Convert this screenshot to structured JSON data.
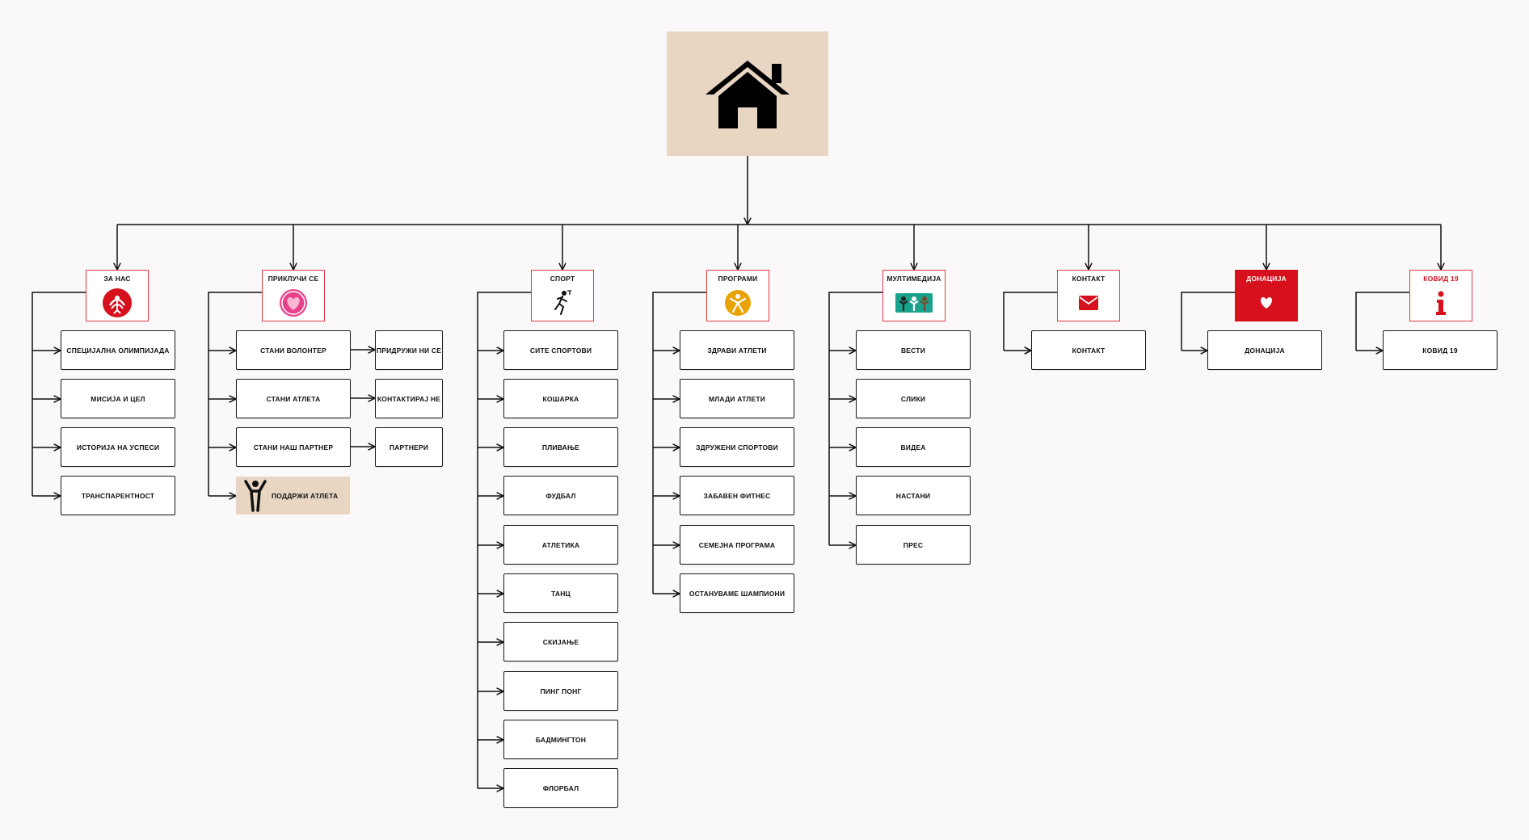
{
  "colors": {
    "accent_red": "#d7101d",
    "beige": "#e8d6c3",
    "line": "#111111",
    "teal": "#1aa38c",
    "gold": "#e8a300",
    "pink": "#e8418b"
  },
  "root": {
    "icon": "home-icon"
  },
  "categories": [
    {
      "label": "ЗА НАС",
      "icon": "special-olympics-logo-icon",
      "children": [
        "СПЕЦИЈАЛНА ОЛИМПИЈАДА",
        "МИСИЈА И ЦЕЛ",
        "ИСТОРИЈА НА УСПЕСИ",
        "ТРАНСПАРЕНТНОСТ"
      ]
    },
    {
      "label": "ПРИКЛУЧИ СЕ",
      "icon": "heart-badge-icon",
      "children": [
        "СТАНИ ВОЛОНТЕР",
        "СТАНИ АТЛЕТА",
        "СТАНИ НАШ ПАРТНЕР"
      ],
      "side_children": [
        "ПРИДРУЖИ НИ СЕ",
        "КОНТАКТИРАЈ НЕ",
        "ПАРТНЕРИ"
      ],
      "highlight": {
        "label": "ПОДДРЖИ АТЛЕТА",
        "icon": "athlete-arms-up-icon"
      }
    },
    {
      "label": "СПОРТ",
      "icon": "runner-icon",
      "children": [
        "СИТЕ СПОРТОВИ",
        "КОШАРКА",
        "ПЛИВАЊЕ",
        "ФУДБАЛ",
        "АТЛЕТИКА",
        "ТАНЦ",
        "СКИЈАЊЕ",
        "ПИНГ ПОНГ",
        "БАДМИНГТОН",
        "ФЛОРБАЛ"
      ]
    },
    {
      "label": "ПРОГРАМИ",
      "icon": "programs-figure-icon",
      "children": [
        "ЗДРАВИ АТЛЕТИ",
        "МЛАДИ АТЛЕТИ",
        "ЗДРУЖЕНИ СПОРТОВИ",
        "ЗАБАВЕН ФИТНЕС",
        "СЕМЕЈНА ПРОГРАМА",
        "ОСТАНУВАМЕ ШАМПИОНИ"
      ]
    },
    {
      "label": "МУЛТИМЕДИЈА",
      "icon": "people-group-icon",
      "children": [
        "ВЕСТИ",
        "СЛИКИ",
        "ВИДЕА",
        "НАСТАНИ",
        "ПРЕС"
      ]
    },
    {
      "label": "КОНТАКТ",
      "icon": "envelope-icon",
      "children": [
        "КОНТАКТ"
      ]
    },
    {
      "label": "ДОНАЦИЈА",
      "icon": "heart-icon",
      "children": [
        "ДОНАЦИЈА"
      ]
    },
    {
      "label": "КОВИД 19",
      "icon": "info-icon",
      "children": [
        "КОВИД 19"
      ]
    }
  ]
}
